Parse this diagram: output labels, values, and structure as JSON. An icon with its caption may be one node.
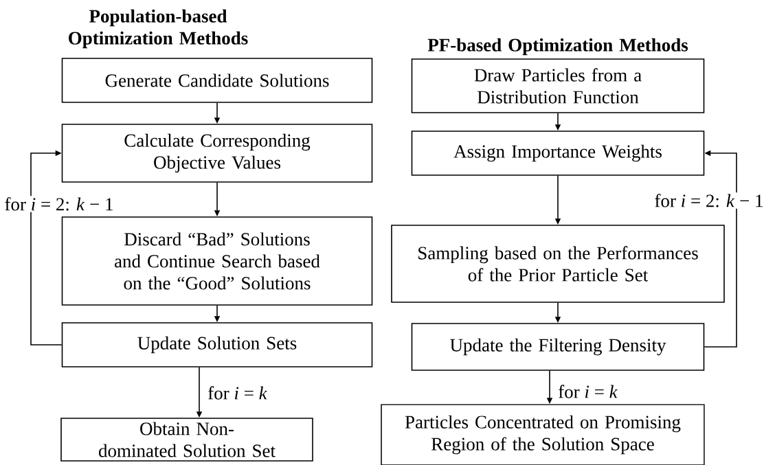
{
  "diagram": {
    "nodes": [
      {
        "text": [
          "Generate Candidate Solutions"
        ]
      },
      {
        "text": [
          "Calculate Corresponding Objective Values"
        ]
      },
      {
        "text": [
          "Discard “Bad” Solutions and Continue Search based on the “Good” Solutions"
        ]
      },
      {
        "text": [
          "Update Solution Sets"
        ]
      },
      {
        "text": [
          "Obtain Non-dominated Solution Set"
        ]
      },
      {
        "text": [
          "Draw Particles from a Distribution Function"
        ]
      },
      {
        "text": [
          "Assign Importance Weights"
        ]
      },
      {
        "text": [
          "Sampling based on the Performances of the Prior Particle Set"
        ]
      },
      {
        "text": [
          "Update the Filtering Density"
        ]
      },
      {
        "text": [
          "Particles Concentrated on Promising Region of the Solution Space"
        ]
      }
    ],
    "edges": [
      {
        "from": 0,
        "to": 1,
        "arrow": "to"
      },
      {
        "from": 1,
        "to": 2,
        "arrow": "to"
      },
      {
        "from": 2,
        "to": 3,
        "arrow": "to"
      },
      {
        "from": 3,
        "to": 1,
        "arrow": "to",
        "label": "for *i* = 2: *k* − 1"
      },
      {
        "from": 3,
        "to": 4,
        "arrow": "to",
        "label": "for *i* = *k*"
      },
      {
        "from": 5,
        "to": 6,
        "arrow": "to"
      },
      {
        "from": 6,
        "to": 7,
        "arrow": "to"
      },
      {
        "from": 7,
        "to": 8,
        "arrow": "to"
      },
      {
        "from": 8,
        "to": 6,
        "arrow": "to",
        "label": "for *i* = 2: *k* − 1"
      },
      {
        "from": 8,
        "to": 9,
        "arrow": "to",
        "label": "for *i* = *k*"
      }
    ],
    "labels": [
      "Population-based Optimization Methods",
      "PF-based Optimization Methods"
    ]
  }
}
